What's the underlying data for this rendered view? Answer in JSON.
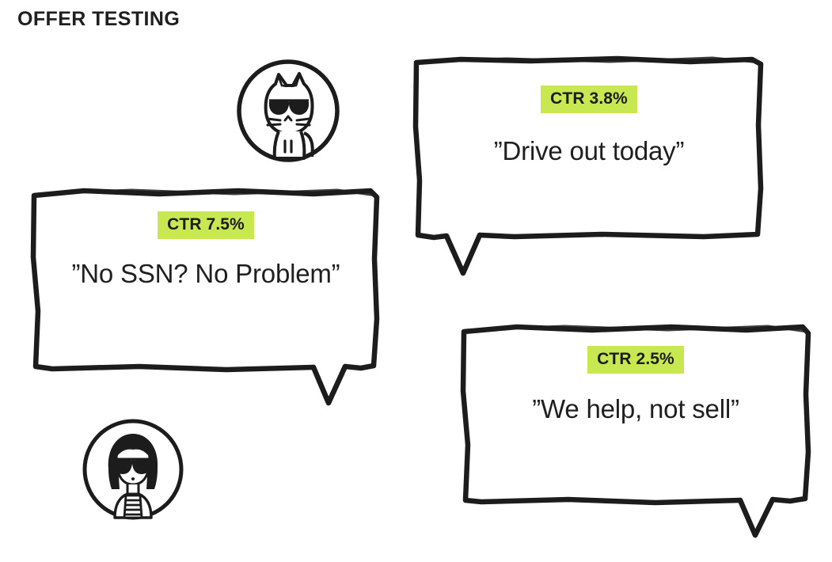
{
  "slide": {
    "title": "OFFER TESTING",
    "background_color": "#ffffff",
    "ink_color": "#1c1c1c",
    "accent_color": "#c8e851"
  },
  "bubbles": [
    {
      "id": "bubble-1",
      "badge_label": "CTR 3.8%",
      "quote": "”Drive out today”",
      "ctr_value": 3.8,
      "tail": "bottom-left"
    },
    {
      "id": "bubble-2",
      "badge_label": "CTR 7.5%",
      "quote": "”No SSN? No Problem”",
      "ctr_value": 7.5,
      "tail": "bottom-right"
    },
    {
      "id": "bubble-3",
      "badge_label": "CTR 2.5%",
      "quote": "”We help, not sell”",
      "ctr_value": 2.5,
      "tail": "bottom-right"
    }
  ],
  "avatars": [
    {
      "id": "avatar-cat",
      "icon": "cat-sunglasses-avatar-icon"
    },
    {
      "id": "avatar-person",
      "icon": "person-sunglasses-avatar-icon"
    }
  ]
}
